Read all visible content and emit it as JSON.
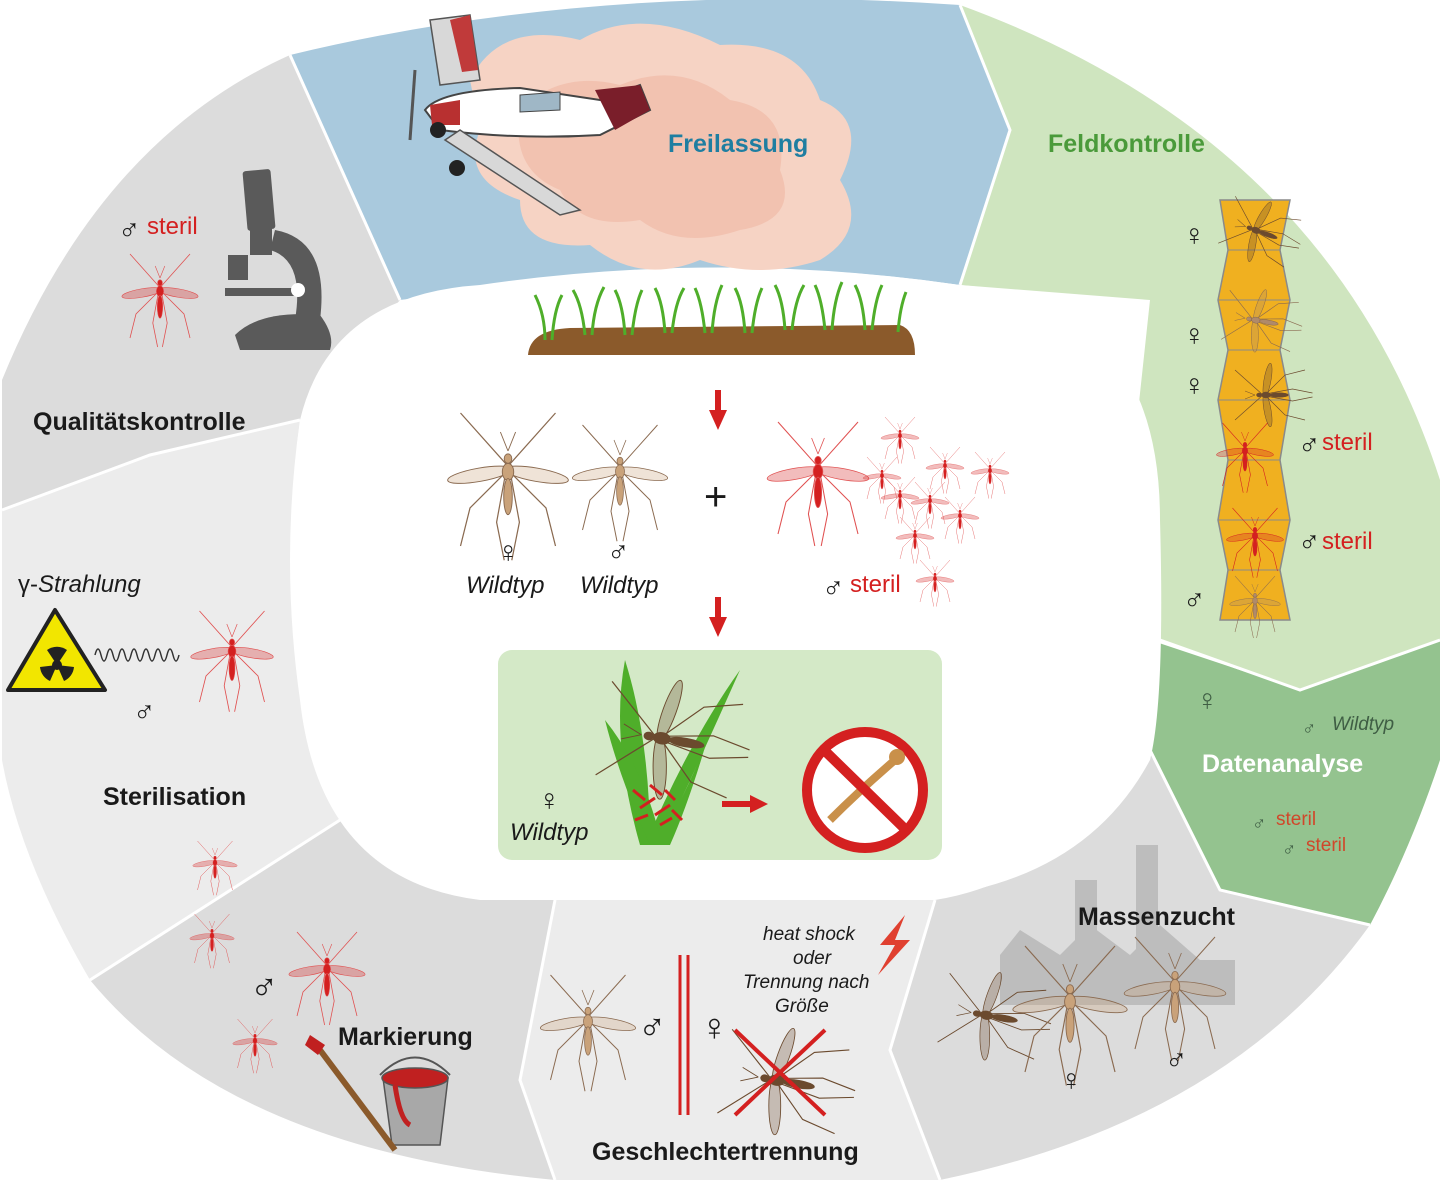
{
  "stages": {
    "freilassung": "Freilassung",
    "feldkontrolle": "Feldkontrolle",
    "datenanalyse": "Datenanalyse",
    "massenzucht": "Massenzucht",
    "geschlechtertrennung": "Geschlechtertrennung",
    "markierung": "Markierung",
    "sterilisation": "Sterilisation",
    "qualitaetskontrolle": "Qualitätskontrolle"
  },
  "labels": {
    "steril": "steril",
    "wildtyp": "Wildtyp",
    "gamma": "γ-",
    "strahlung": "Strahlung",
    "plus": "+",
    "heat_shock": "heat shock",
    "oder": "oder",
    "trennung_nach": "Trennung nach",
    "groesse": "Größe"
  },
  "symbols": {
    "male": "♂",
    "female": "♀"
  },
  "colors": {
    "sky_blue": "#a9c9dd",
    "field_green": "#cfe5bf",
    "analysis_green": "#94c38f",
    "grey_dark": "#dcdcdc",
    "grey_light": "#ececec",
    "sterile_red": "#d42020",
    "title_blue": "#1f7ea1",
    "title_green": "#4a9a3a"
  }
}
